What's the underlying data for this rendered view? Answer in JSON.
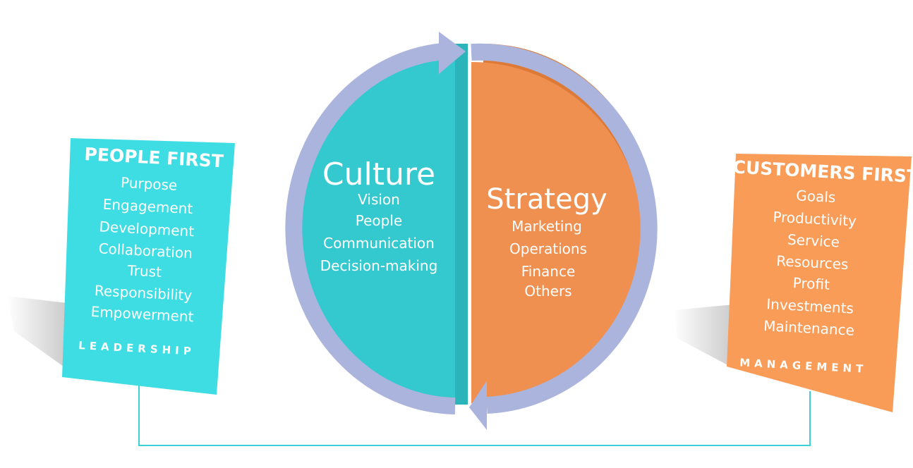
{
  "colors": {
    "teal": "#33c9cf",
    "card_teal": "#3ddde3",
    "orange": "#ef9050",
    "card_orange": "#f99c58",
    "arrow": "#aab4dc",
    "line": "#3ccfd6"
  },
  "left_card": {
    "title": "PEOPLE FIRST",
    "items": [
      "Purpose",
      "Engagement",
      "Development",
      "Collaboration",
      "Trust",
      "Responsibility",
      "Empowerment"
    ],
    "footer": "LEADERSHIP"
  },
  "culture": {
    "title": "Culture",
    "items": [
      "Vision",
      "People",
      "Communication",
      "Decision-making"
    ]
  },
  "strategy": {
    "title": "Strategy",
    "items": [
      "Marketing",
      "Operations",
      "Finance",
      "Others"
    ]
  },
  "right_card": {
    "title": "CUSTOMERS FIRST",
    "items": [
      "Goals",
      "Productivity",
      "Service",
      "Resources",
      "Profit",
      "Investments",
      "Maintenance"
    ],
    "footer": "MANAGEMENT"
  }
}
